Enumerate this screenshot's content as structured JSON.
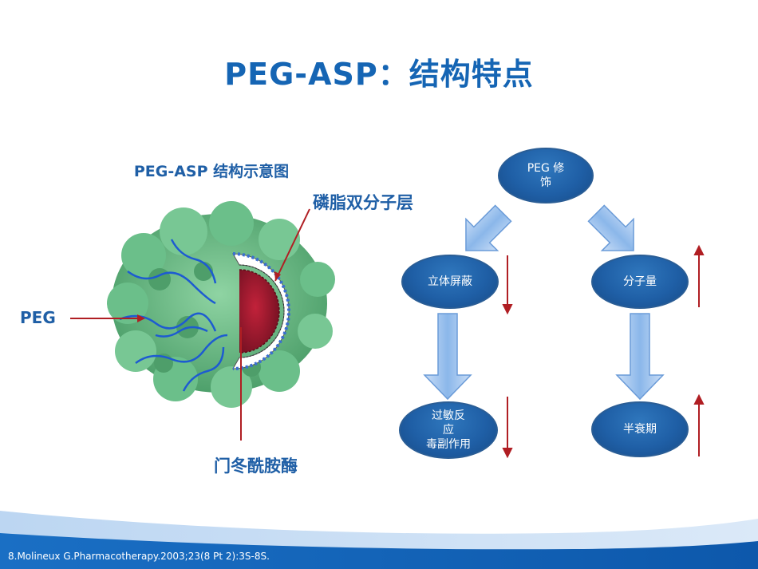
{
  "slide": {
    "title": "PEG-ASP：结构特点",
    "citation": "8.Molineux G.Pharmacotherapy.2003;23(8 Pt 2):3S-8S."
  },
  "illustration": {
    "caption": "PEG-ASP 结构示意图",
    "label_lipid_bilayer": "磷脂双分子层",
    "label_peg": "PEG",
    "label_asparaginase": "门冬酰胺酶"
  },
  "flow": {
    "top": {
      "line1": "PEG 修",
      "line2": "饰"
    },
    "left_mid": "立体屏蔽",
    "right_mid": "分子量",
    "left_bottom": {
      "line1": "过敏反",
      "line2": "应",
      "line3": "毒副作用"
    },
    "right_bottom": "半衰期",
    "trend_left_mid": "down",
    "trend_right_mid": "up",
    "trend_left_bottom": "down",
    "trend_right_bottom": "up"
  },
  "colors": {
    "title_blue": "#1565b4",
    "node_blue": "#1f5fa6",
    "trend_red": "#b01e23",
    "arrow_fill": "#9fc3ee",
    "peg_green": "#6bbf8a",
    "core_red": "#9c1b2e"
  }
}
